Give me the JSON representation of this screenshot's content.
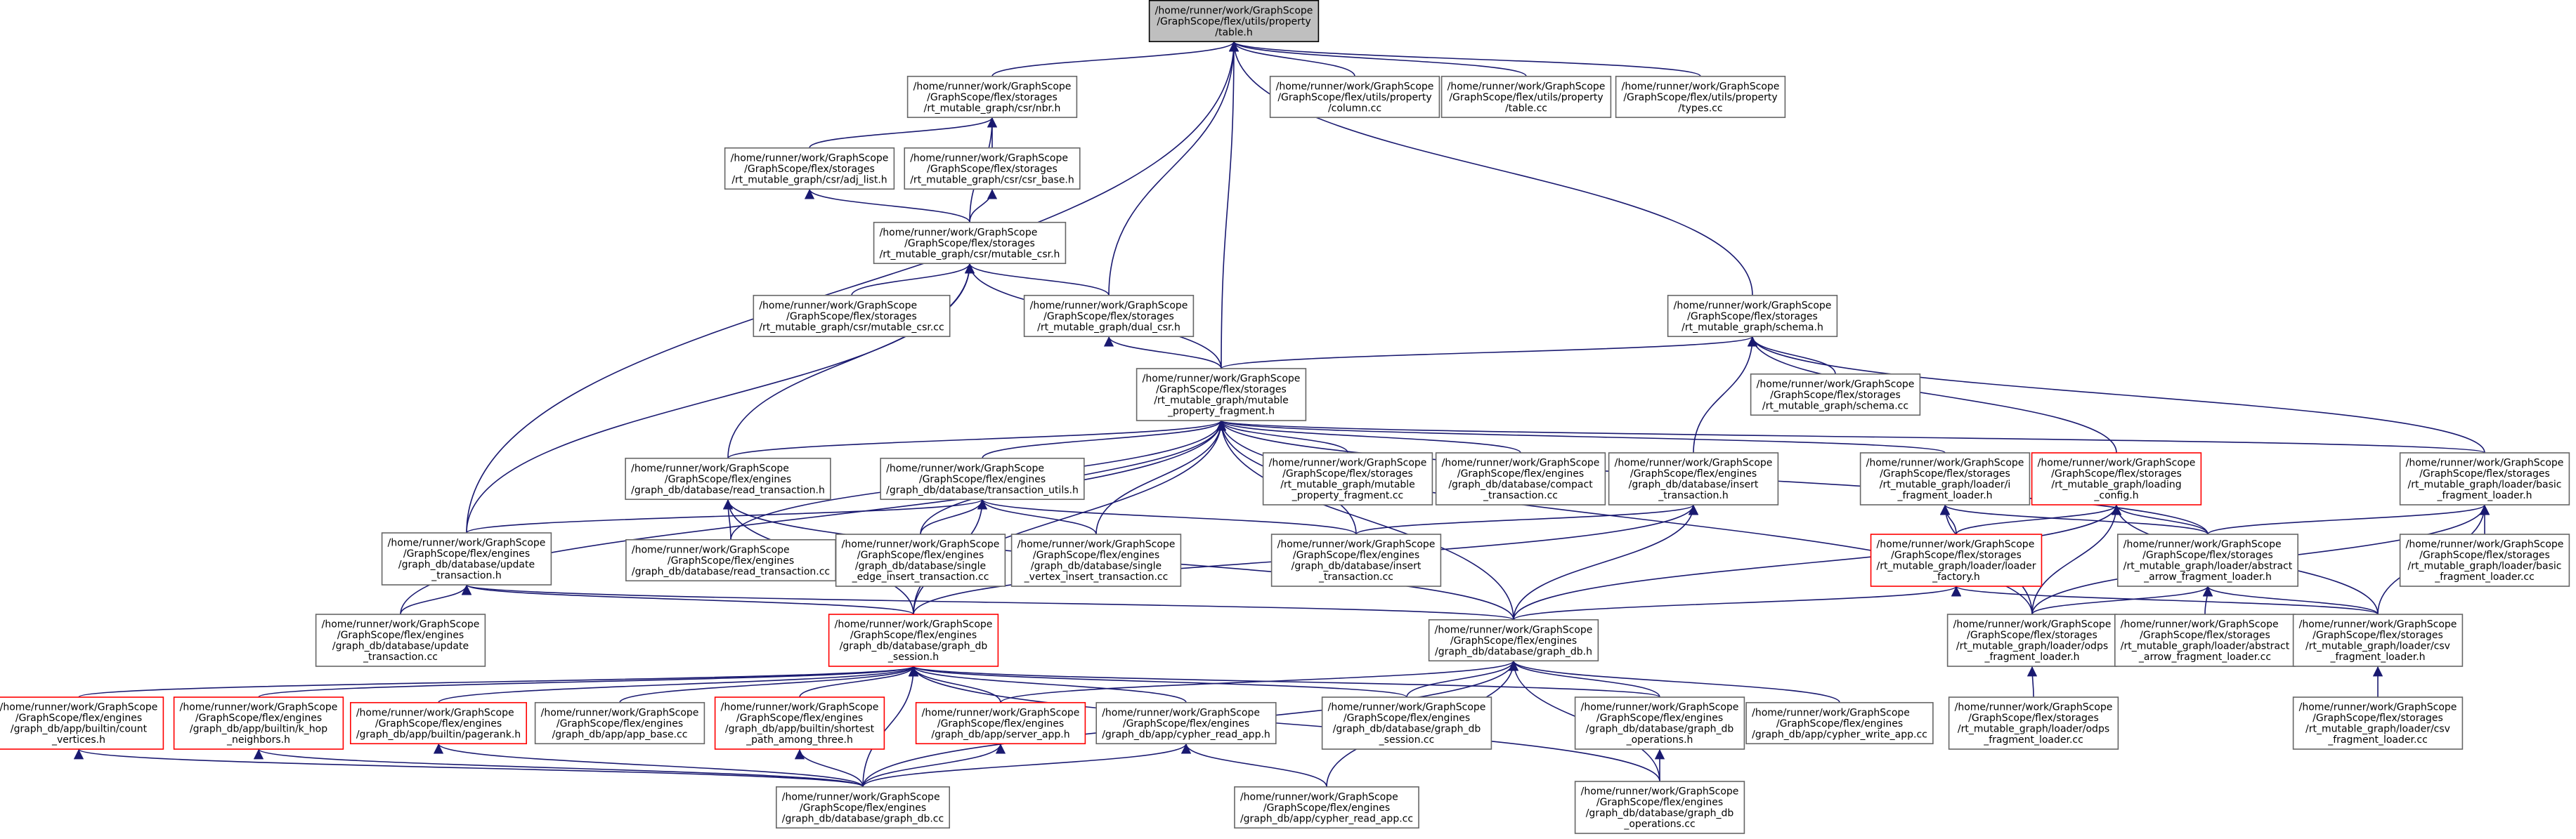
{
  "graph": {
    "title": "",
    "colors": {
      "edge": "#191970",
      "node_border": "#666666",
      "root_fill": "#bfbfbf",
      "highlight_border": "#ff0000"
    },
    "nodes": [
      {
        "id": "root",
        "lines": [
          "/home/runner/work/GraphScope",
          "/GraphScope/flex/utils/property",
          "/table.h"
        ],
        "style": "root"
      },
      {
        "id": "nbr",
        "lines": [
          "/home/runner/work/GraphScope",
          "/GraphScope/flex/storages",
          "/rt_mutable_graph/csr/nbr.h"
        ]
      },
      {
        "id": "column_cc",
        "lines": [
          "/home/runner/work/GraphScope",
          "/GraphScope/flex/utils/property",
          "/column.cc"
        ]
      },
      {
        "id": "table_cc",
        "lines": [
          "/home/runner/work/GraphScope",
          "/GraphScope/flex/utils/property",
          "/table.cc"
        ]
      },
      {
        "id": "types_cc",
        "lines": [
          "/home/runner/work/GraphScope",
          "/GraphScope/flex/utils/property",
          "/types.cc"
        ]
      },
      {
        "id": "adj_list",
        "lines": [
          "/home/runner/work/GraphScope",
          "/GraphScope/flex/storages",
          "/rt_mutable_graph/csr/adj_list.h"
        ]
      },
      {
        "id": "csr_base",
        "lines": [
          "/home/runner/work/GraphScope",
          "/GraphScope/flex/storages",
          "/rt_mutable_graph/csr/csr_base.h"
        ]
      },
      {
        "id": "mutable_csr_h",
        "lines": [
          "/home/runner/work/GraphScope",
          "/GraphScope/flex/storages",
          "/rt_mutable_graph/csr/mutable_csr.h"
        ]
      },
      {
        "id": "mutable_csr_cc",
        "lines": [
          "/home/runner/work/GraphScope",
          "/GraphScope/flex/storages",
          "/rt_mutable_graph/csr/mutable_csr.cc"
        ]
      },
      {
        "id": "dual_csr",
        "lines": [
          "/home/runner/work/GraphScope",
          "/GraphScope/flex/storages",
          "/rt_mutable_graph/dual_csr.h"
        ]
      },
      {
        "id": "schema_h",
        "lines": [
          "/home/runner/work/GraphScope",
          "/GraphScope/flex/storages",
          "/rt_mutable_graph/schema.h"
        ]
      },
      {
        "id": "schema_cc",
        "lines": [
          "/home/runner/work/GraphScope",
          "/GraphScope/flex/storages",
          "/rt_mutable_graph/schema.cc"
        ]
      },
      {
        "id": "mpf_h",
        "lines": [
          "/home/runner/work/GraphScope",
          "/GraphScope/flex/storages",
          "/rt_mutable_graph/mutable",
          "_property_fragment.h"
        ]
      },
      {
        "id": "read_txn_h",
        "lines": [
          "/home/runner/work/GraphScope",
          "/GraphScope/flex/engines",
          "/graph_db/database/read_transaction.h"
        ]
      },
      {
        "id": "txn_utils",
        "lines": [
          "/home/runner/work/GraphScope",
          "/GraphScope/flex/engines",
          "/graph_db/database/transaction_utils.h"
        ]
      },
      {
        "id": "mpf_cc",
        "lines": [
          "/home/runner/work/GraphScope",
          "/GraphScope/flex/storages",
          "/rt_mutable_graph/mutable",
          "_property_fragment.cc"
        ]
      },
      {
        "id": "compact_txn_cc",
        "lines": [
          "/home/runner/work/GraphScope",
          "/GraphScope/flex/engines",
          "/graph_db/database/compact",
          "_transaction.cc"
        ]
      },
      {
        "id": "insert_txn_h",
        "lines": [
          "/home/runner/work/GraphScope",
          "/GraphScope/flex/engines",
          "/graph_db/database/insert",
          "_transaction.h"
        ]
      },
      {
        "id": "i_frag_loader",
        "lines": [
          "/home/runner/work/GraphScope",
          "/GraphScope/flex/storages",
          "/rt_mutable_graph/loader/i",
          "_fragment_loader.h"
        ]
      },
      {
        "id": "loading_config",
        "lines": [
          "/home/runner/work/GraphScope",
          "/GraphScope/flex/storages",
          "/rt_mutable_graph/loading",
          "_config.h"
        ],
        "style": "red"
      },
      {
        "id": "basic_loader_h",
        "lines": [
          "/home/runner/work/GraphScope",
          "/GraphScope/flex/storages",
          "/rt_mutable_graph/loader/basic",
          "_fragment_loader.h"
        ]
      },
      {
        "id": "update_txn_h",
        "lines": [
          "/home/runner/work/GraphScope",
          "/GraphScope/flex/engines",
          "/graph_db/database/update",
          "_transaction.h"
        ]
      },
      {
        "id": "read_txn_cc",
        "lines": [
          "/home/runner/work/GraphScope",
          "/GraphScope/flex/engines",
          "/graph_db/database/read_transaction.cc"
        ]
      },
      {
        "id": "single_edge_cc",
        "lines": [
          "/home/runner/work/GraphScope",
          "/GraphScope/flex/engines",
          "/graph_db/database/single",
          "_edge_insert_transaction.cc"
        ]
      },
      {
        "id": "single_vertex_cc",
        "lines": [
          "/home/runner/work/GraphScope",
          "/GraphScope/flex/engines",
          "/graph_db/database/single",
          "_vertex_insert_transaction.cc"
        ]
      },
      {
        "id": "insert_txn_cc",
        "lines": [
          "/home/runner/work/GraphScope",
          "/GraphScope/flex/engines",
          "/graph_db/database/insert",
          "_transaction.cc"
        ]
      },
      {
        "id": "loader_factory",
        "lines": [
          "/home/runner/work/GraphScope",
          "/GraphScope/flex/storages",
          "/rt_mutable_graph/loader/loader",
          "_factory.h"
        ],
        "style": "red"
      },
      {
        "id": "abstract_loader_h",
        "lines": [
          "/home/runner/work/GraphScope",
          "/GraphScope/flex/storages",
          "/rt_mutable_graph/loader/abstract",
          "_arrow_fragment_loader.h"
        ]
      },
      {
        "id": "basic_loader_cc",
        "lines": [
          "/home/runner/work/GraphScope",
          "/GraphScope/flex/storages",
          "/rt_mutable_graph/loader/basic",
          "_fragment_loader.cc"
        ]
      },
      {
        "id": "update_txn_cc",
        "lines": [
          "/home/runner/work/GraphScope",
          "/GraphScope/flex/engines",
          "/graph_db/database/update",
          "_transaction.cc"
        ]
      },
      {
        "id": "session_h",
        "lines": [
          "/home/runner/work/GraphScope",
          "/GraphScope/flex/engines",
          "/graph_db/database/graph_db",
          "_session.h"
        ],
        "style": "red"
      },
      {
        "id": "graph_db_h",
        "lines": [
          "/home/runner/work/GraphScope",
          "/GraphScope/flex/engines",
          "/graph_db/database/graph_db.h"
        ]
      },
      {
        "id": "odps_loader_h",
        "lines": [
          "/home/runner/work/GraphScope",
          "/GraphScope/flex/storages",
          "/rt_mutable_graph/loader/odps",
          "_fragment_loader.h"
        ]
      },
      {
        "id": "abstract_loader_cc",
        "lines": [
          "/home/runner/work/GraphScope",
          "/GraphScope/flex/storages",
          "/rt_mutable_graph/loader/abstract",
          "_arrow_fragment_loader.cc"
        ]
      },
      {
        "id": "csv_loader_h",
        "lines": [
          "/home/runner/work/GraphScope",
          "/GraphScope/flex/storages",
          "/rt_mutable_graph/loader/csv",
          "_fragment_loader.h"
        ]
      },
      {
        "id": "count_vertices",
        "lines": [
          "/home/runner/work/GraphScope",
          "/GraphScope/flex/engines",
          "/graph_db/app/builtin/count",
          "_vertices.h"
        ],
        "style": "red"
      },
      {
        "id": "k_hop",
        "lines": [
          "/home/runner/work/GraphScope",
          "/GraphScope/flex/engines",
          "/graph_db/app/builtin/k_hop",
          "_neighbors.h"
        ],
        "style": "red"
      },
      {
        "id": "pagerank",
        "lines": [
          "/home/runner/work/GraphScope",
          "/GraphScope/flex/engines",
          "/graph_db/app/builtin/pagerank.h"
        ],
        "style": "red"
      },
      {
        "id": "app_base",
        "lines": [
          "/home/runner/work/GraphScope",
          "/GraphScope/flex/engines",
          "/graph_db/app/app_base.cc"
        ]
      },
      {
        "id": "shortest_path",
        "lines": [
          "/home/runner/work/GraphScope",
          "/GraphScope/flex/engines",
          "/graph_db/app/builtin/shortest",
          "_path_among_three.h"
        ],
        "style": "red"
      },
      {
        "id": "server_app",
        "lines": [
          "/home/runner/work/GraphScope",
          "/GraphScope/flex/engines",
          "/graph_db/app/server_app.h"
        ],
        "style": "red"
      },
      {
        "id": "cypher_read_h",
        "lines": [
          "/home/runner/work/GraphScope",
          "/GraphScope/flex/engines",
          "/graph_db/app/cypher_read_app.h"
        ]
      },
      {
        "id": "session_cc",
        "lines": [
          "/home/runner/work/GraphScope",
          "/GraphScope/flex/engines",
          "/graph_db/database/graph_db",
          "_session.cc"
        ]
      },
      {
        "id": "ops_h",
        "lines": [
          "/home/runner/work/GraphScope",
          "/GraphScope/flex/engines",
          "/graph_db/database/graph_db",
          "_operations.h"
        ]
      },
      {
        "id": "cypher_write_cc",
        "lines": [
          "/home/runner/work/GraphScope",
          "/GraphScope/flex/engines",
          "/graph_db/app/cypher_write_app.cc"
        ]
      },
      {
        "id": "odps_loader_cc",
        "lines": [
          "/home/runner/work/GraphScope",
          "/GraphScope/flex/storages",
          "/rt_mutable_graph/loader/odps",
          "_fragment_loader.cc"
        ]
      },
      {
        "id": "csv_loader_cc",
        "lines": [
          "/home/runner/work/GraphScope",
          "/GraphScope/flex/storages",
          "/rt_mutable_graph/loader/csv",
          "_fragment_loader.cc"
        ]
      },
      {
        "id": "graph_db_cc",
        "lines": [
          "/home/runner/work/GraphScope",
          "/GraphScope/flex/engines",
          "/graph_db/database/graph_db.cc"
        ]
      },
      {
        "id": "cypher_read_cc",
        "lines": [
          "/home/runner/work/GraphScope",
          "/GraphScope/flex/engines",
          "/graph_db/app/cypher_read_app.cc"
        ]
      },
      {
        "id": "ops_cc",
        "lines": [
          "/home/runner/work/GraphScope",
          "/GraphScope/flex/engines",
          "/graph_db/database/graph_db",
          "_operations.cc"
        ]
      }
    ],
    "edges": [
      [
        "nbr",
        "root"
      ],
      [
        "column_cc",
        "root"
      ],
      [
        "table_cc",
        "root"
      ],
      [
        "types_cc",
        "root"
      ],
      [
        "update_txn_h",
        "root"
      ],
      [
        "dual_csr",
        "root"
      ],
      [
        "mpf_h",
        "root"
      ],
      [
        "schema_h",
        "root"
      ],
      [
        "adj_list",
        "nbr"
      ],
      [
        "csr_base",
        "nbr"
      ],
      [
        "mutable_csr_h",
        "nbr"
      ],
      [
        "mutable_csr_h",
        "adj_list"
      ],
      [
        "mutable_csr_h",
        "csr_base"
      ],
      [
        "mutable_csr_cc",
        "mutable_csr_h"
      ],
      [
        "dual_csr",
        "mutable_csr_h"
      ],
      [
        "mpf_h",
        "mutable_csr_h"
      ],
      [
        "update_txn_h",
        "mutable_csr_h"
      ],
      [
        "read_txn_h",
        "mutable_csr_h"
      ],
      [
        "mpf_h",
        "dual_csr"
      ],
      [
        "schema_cc",
        "schema_h"
      ],
      [
        "mpf_h",
        "schema_h"
      ],
      [
        "loading_config",
        "schema_h"
      ],
      [
        "basic_loader_h",
        "schema_h"
      ],
      [
        "insert_txn_h",
        "schema_h"
      ],
      [
        "read_txn_h",
        "mpf_h"
      ],
      [
        "txn_utils",
        "mpf_h"
      ],
      [
        "mpf_cc",
        "mpf_h"
      ],
      [
        "compact_txn_cc",
        "mpf_h"
      ],
      [
        "i_frag_loader",
        "mpf_h"
      ],
      [
        "basic_loader_h",
        "mpf_h"
      ],
      [
        "update_txn_cc",
        "mpf_h"
      ],
      [
        "read_txn_cc",
        "mpf_h"
      ],
      [
        "single_edge_cc",
        "mpf_h"
      ],
      [
        "single_vertex_cc",
        "mpf_h"
      ],
      [
        "insert_txn_cc",
        "mpf_h"
      ],
      [
        "session_h",
        "mpf_h"
      ],
      [
        "graph_db_h",
        "mpf_h"
      ],
      [
        "odps_loader_h",
        "mpf_h"
      ],
      [
        "abstract_loader_h",
        "mpf_h"
      ],
      [
        "read_txn_cc",
        "read_txn_h"
      ],
      [
        "session_h",
        "read_txn_h"
      ],
      [
        "graph_db_h",
        "read_txn_h"
      ],
      [
        "update_txn_h",
        "txn_utils"
      ],
      [
        "single_edge_cc",
        "txn_utils"
      ],
      [
        "single_vertex_cc",
        "txn_utils"
      ],
      [
        "insert_txn_cc",
        "txn_utils"
      ],
      [
        "session_h",
        "txn_utils"
      ],
      [
        "insert_txn_cc",
        "insert_txn_h"
      ],
      [
        "session_h",
        "insert_txn_h"
      ],
      [
        "graph_db_h",
        "insert_txn_h"
      ],
      [
        "update_txn_cc",
        "update_txn_h"
      ],
      [
        "session_h",
        "update_txn_h"
      ],
      [
        "graph_db_h",
        "update_txn_h"
      ],
      [
        "loader_factory",
        "i_frag_loader"
      ],
      [
        "abstract_loader_h",
        "i_frag_loader"
      ],
      [
        "odps_loader_h",
        "i_frag_loader"
      ],
      [
        "loader_factory",
        "loading_config"
      ],
      [
        "abstract_loader_h",
        "loading_config"
      ],
      [
        "graph_db_h",
        "loading_config"
      ],
      [
        "odps_loader_h",
        "loading_config"
      ],
      [
        "csv_loader_h",
        "loading_config"
      ],
      [
        "abstract_loader_h",
        "basic_loader_h"
      ],
      [
        "basic_loader_cc",
        "basic_loader_h"
      ],
      [
        "csv_loader_h",
        "basic_loader_h"
      ],
      [
        "odps_loader_h",
        "basic_loader_h"
      ],
      [
        "graph_db_h",
        "loader_factory"
      ],
      [
        "csv_loader_h",
        "loader_factory"
      ],
      [
        "odps_loader_h",
        "abstract_loader_h"
      ],
      [
        "abstract_loader_cc",
        "abstract_loader_h"
      ],
      [
        "csv_loader_h",
        "abstract_loader_h"
      ],
      [
        "odps_loader_cc",
        "odps_loader_h"
      ],
      [
        "csv_loader_cc",
        "csv_loader_h"
      ],
      [
        "count_vertices",
        "session_h"
      ],
      [
        "k_hop",
        "session_h"
      ],
      [
        "pagerank",
        "session_h"
      ],
      [
        "app_base",
        "session_h"
      ],
      [
        "shortest_path",
        "session_h"
      ],
      [
        "server_app",
        "session_h"
      ],
      [
        "cypher_read_h",
        "session_h"
      ],
      [
        "session_cc",
        "session_h"
      ],
      [
        "ops_h",
        "session_h"
      ],
      [
        "graph_db_cc",
        "session_h"
      ],
      [
        "ops_cc",
        "session_h"
      ],
      [
        "session_cc",
        "graph_db_h"
      ],
      [
        "ops_h",
        "graph_db_h"
      ],
      [
        "cypher_write_cc",
        "graph_db_h"
      ],
      [
        "server_app",
        "graph_db_h"
      ],
      [
        "graph_db_cc",
        "graph_db_h"
      ],
      [
        "cypher_read_cc",
        "graph_db_h"
      ],
      [
        "ops_cc",
        "graph_db_h"
      ],
      [
        "graph_db_cc",
        "count_vertices"
      ],
      [
        "graph_db_cc",
        "k_hop"
      ],
      [
        "graph_db_cc",
        "pagerank"
      ],
      [
        "graph_db_cc",
        "shortest_path"
      ],
      [
        "graph_db_cc",
        "server_app"
      ],
      [
        "graph_db_cc",
        "cypher_read_h"
      ],
      [
        "cypher_read_cc",
        "cypher_read_h"
      ],
      [
        "ops_cc",
        "ops_h"
      ]
    ]
  }
}
